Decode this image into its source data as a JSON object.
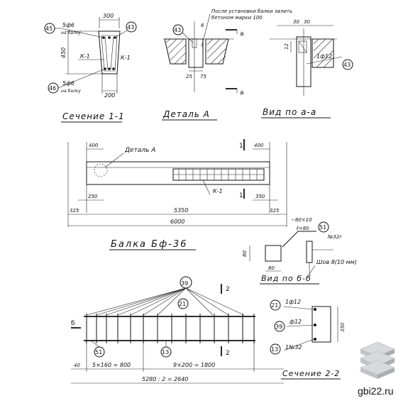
{
  "views": {
    "section_1_1": {
      "title": "Сечение 1-1",
      "top_dim": "300",
      "bottom_dim": "200",
      "height_dim": "450",
      "rebar_top": "5ф6",
      "rebar_top_note": "на балку",
      "rebar_bottom": "5ф6",
      "rebar_bottom_note": "на балку",
      "frame_left": "К-1",
      "frame_right": "К-1",
      "callouts": [
        "45",
        "43",
        "46"
      ]
    },
    "detail_a": {
      "title": "Деталь А",
      "note_line1": "После установки балки залить",
      "note_line2": "бетоном марки 100",
      "callout": "43",
      "cut_mark": "а",
      "dims": [
        "6",
        "25",
        "75"
      ]
    },
    "view_a_a": {
      "title": "Вид по а-а",
      "dims": [
        "30",
        "30",
        "12"
      ],
      "rebar": "1ф12",
      "callout": "43"
    },
    "beam": {
      "title": "Балка Бф-36",
      "detail_label": "Деталь А",
      "frame_label": "К-1",
      "section_mark": "1",
      "dims": {
        "left_top": "400",
        "right_top": "400",
        "left_250": "250",
        "right_350": "350",
        "left_325": "325",
        "right_325": "325",
        "span": "5350",
        "total": "6000"
      }
    },
    "view_b_b": {
      "title": "Вид по б-б",
      "dim_80_a": "80",
      "dim_80_b": "80",
      "spec1": "−80×10",
      "spec2": "ℓ=80",
      "spec3": "№32г",
      "weld": "Шов 8(10 мм)",
      "callout": "51"
    },
    "frame": {
      "callout_top": "39",
      "callout_mid": "21",
      "callout_left": "51",
      "callout_bottom": "13",
      "cut_b": "б",
      "cut_2": "2",
      "dim_40": "40",
      "dim_left": "5×160 = 800",
      "dim_mid": "9×200 = 1800",
      "dim_total": "5280 : 2 = 2640"
    },
    "section_2_2": {
      "title": "Сечение 2-2",
      "rebar_top": "1ф12",
      "rebar_mid": "ф12",
      "rebar_bottom": "1№32",
      "callouts": [
        "21",
        "39",
        "13"
      ],
      "dim_height": "350"
    }
  },
  "watermark": {
    "text": "gbi22.ru",
    "logo_icon": "stacked-slabs-icon"
  }
}
